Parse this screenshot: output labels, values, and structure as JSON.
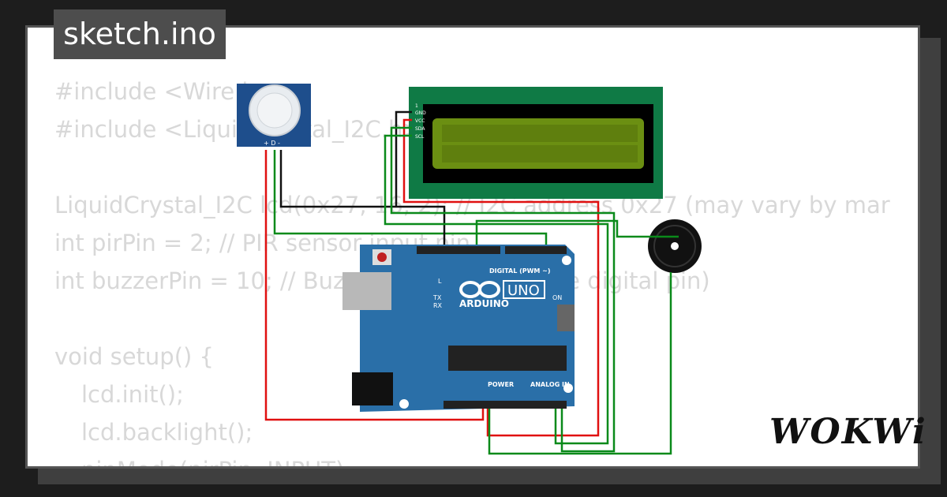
{
  "tab": {
    "filename": "sketch.ino"
  },
  "code_lines": [
    "#include <Wire.h>",
    "#include <LiquidCrystal_I2C.h>",
    "",
    "LiquidCrystal_I2C lcd(0x27, 16, 2); // I2C address 0x27 (may vary by mar",
    "int pirPin = 2; // PIR sensor input pin",
    "int buzzerPin = 10; // Buzzer (or any available digital pin)",
    "",
    "void setup() {",
    "lcd.init();",
    "lcd.backlight();",
    "pinMode(pirPin, INPUT);"
  ],
  "components": {
    "pir": {
      "labels": "+ D -"
    },
    "lcd": {
      "pins": [
        "1",
        "GND",
        "VCC",
        "SDA",
        "SCL"
      ]
    },
    "arduino": {
      "brand": "ARDUINO",
      "model": "UNO",
      "digital": "DIGITAL (PWM ~)",
      "power": "POWER",
      "analog": "ANALOG IN",
      "on": "ON",
      "l": "L",
      "tx": "TX",
      "rx": "RX"
    },
    "buzzer": {}
  },
  "logo": {
    "text": "WOKWi"
  },
  "colors": {
    "board": "#2a6fa8",
    "lcd_green": "#0f7a45",
    "lcd_screen": "#6b8f12",
    "wire_red": "#e01010",
    "wire_green": "#0a8a1a",
    "wire_black": "#111111"
  }
}
